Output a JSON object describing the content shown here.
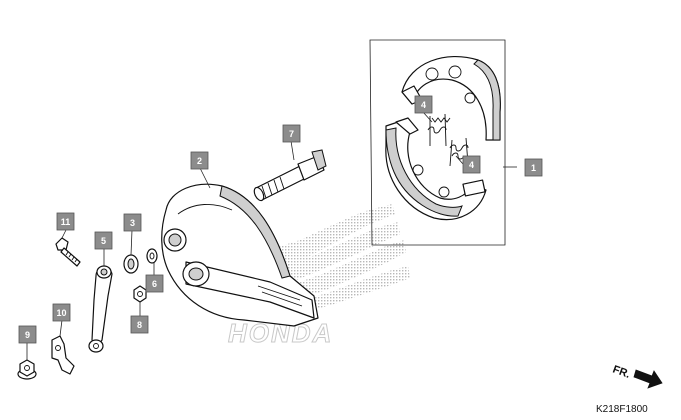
{
  "diagram": {
    "callouts": [
      {
        "id": "1",
        "label": "1"
      },
      {
        "id": "2",
        "label": "2"
      },
      {
        "id": "3",
        "label": "3"
      },
      {
        "id": "4a",
        "label": "4"
      },
      {
        "id": "4b",
        "label": "4"
      },
      {
        "id": "5",
        "label": "5"
      },
      {
        "id": "6",
        "label": "6"
      },
      {
        "id": "7",
        "label": "7"
      },
      {
        "id": "8",
        "label": "8"
      },
      {
        "id": "9",
        "label": "9"
      },
      {
        "id": "10",
        "label": "10"
      },
      {
        "id": "11",
        "label": "11"
      }
    ],
    "watermark_text": "HONDA",
    "direction_label": "FR.",
    "figure_code": "K218F1800"
  }
}
